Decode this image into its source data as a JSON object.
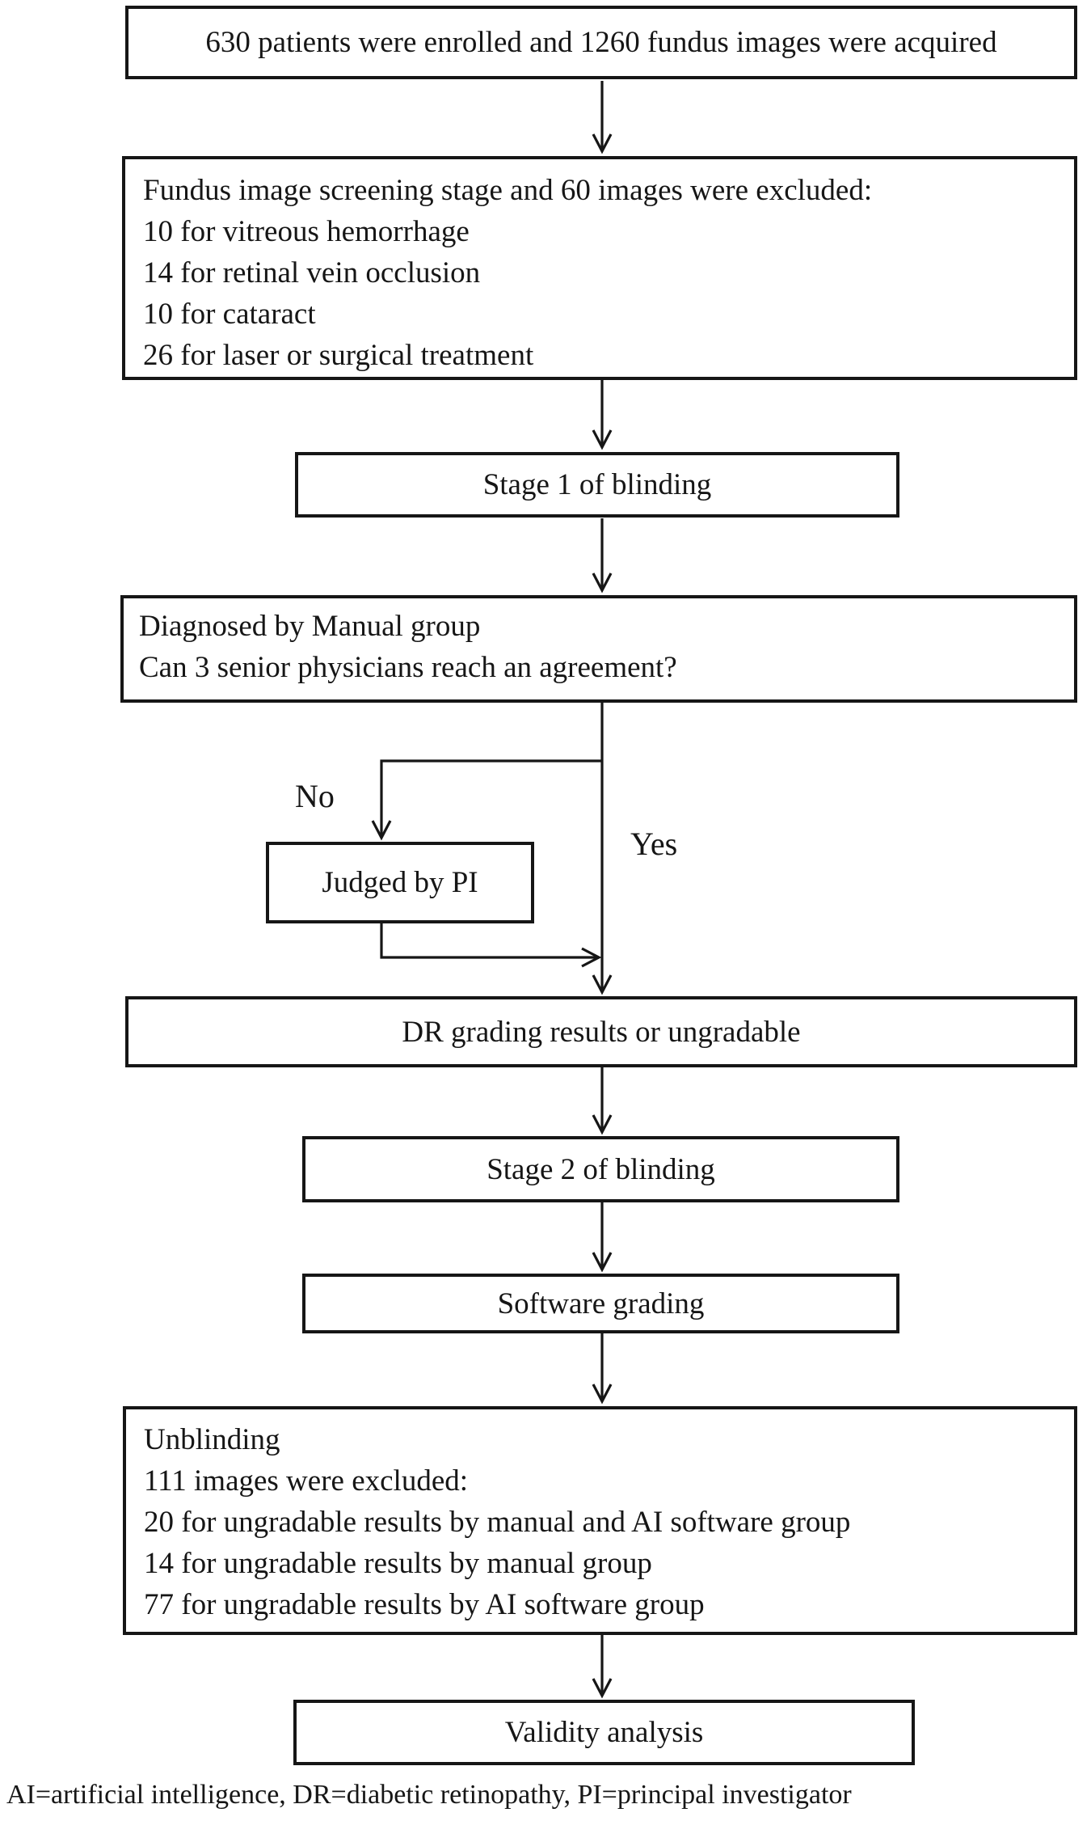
{
  "flow": {
    "boxes": {
      "enrollment": {
        "text": "630 patients were enrolled and 1260 fundus images were acquired"
      },
      "screening": {
        "title": "Fundus image screening stage and 60 images were excluded:",
        "items": [
          "10 for vitreous hemorrhage",
          "14 for retinal vein occlusion",
          "10 for cataract",
          "26 for laser or surgical treatment"
        ]
      },
      "stage1": {
        "text": "Stage 1 of blinding"
      },
      "manual_diagnosis": {
        "title": "Diagnosed by Manual group",
        "question": "Can 3 senior physicians reach an agreement?"
      },
      "judged_by_pi": {
        "text": "Judged by PI"
      },
      "dr_grading": {
        "text": "DR grading results or ungradable"
      },
      "stage2": {
        "text": "Stage 2 of blinding"
      },
      "software_grading": {
        "text": "Software grading"
      },
      "unblinding": {
        "title": "Unblinding",
        "subtitle": "111 images were excluded:",
        "items": [
          "20 for ungradable results by manual and AI software group",
          "14 for ungradable results by manual group",
          "77 for ungradable results by AI software group"
        ]
      },
      "validity": {
        "text": "Validity analysis"
      }
    },
    "labels": {
      "no": "No",
      "yes": "Yes"
    },
    "caption": "AI=artificial intelligence, DR=diabetic retinopathy, PI=principal investigator",
    "colors": {
      "line": "#161616",
      "background": "#ffffff"
    }
  }
}
